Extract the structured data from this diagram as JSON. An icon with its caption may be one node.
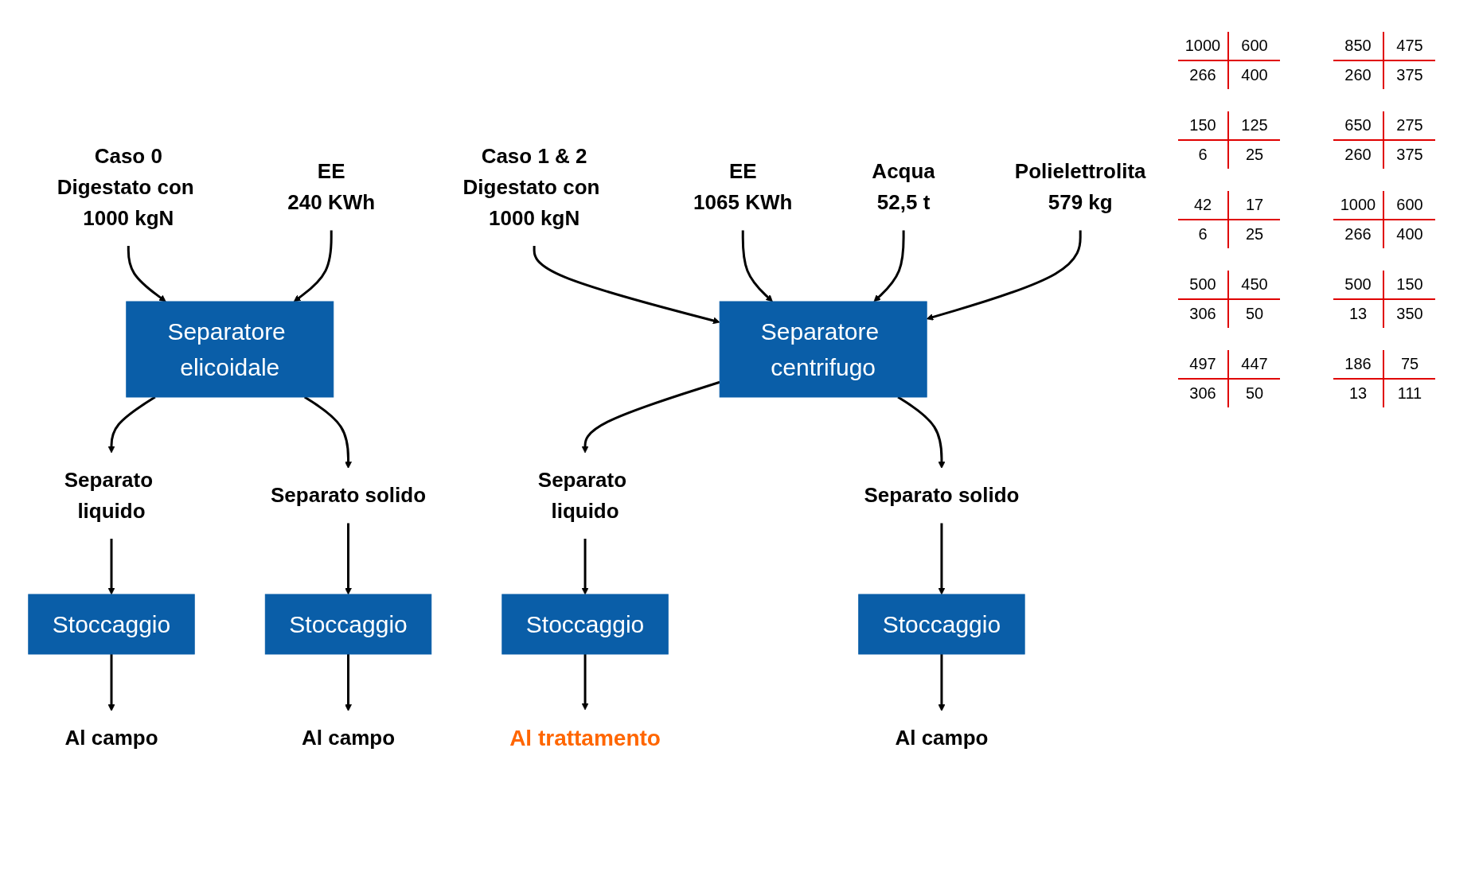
{
  "diagram": {
    "nodes": [
      {
        "text": [
          "Caso 0",
          "Digestato con 1000 kgN"
        ]
      },
      {
        "text": [
          "EE",
          "240 KWh"
        ]
      },
      {
        "text": [
          "Separatore elicoidale"
        ]
      },
      {
        "text": [
          "Separato liquido"
        ]
      },
      {
        "text": [
          "Separato solido"
        ]
      },
      {
        "text": [
          "Stoccaggio"
        ]
      },
      {
        "text": [
          "Stoccaggio"
        ]
      },
      {
        "text": [
          "Al campo"
        ]
      },
      {
        "text": [
          "Al campo"
        ]
      },
      {
        "text": [
          "Caso 1 & 2",
          "Digestato con 1000 kgN"
        ]
      },
      {
        "text": [
          "EE",
          "1065 KWh"
        ]
      },
      {
        "text": [
          "Acqua",
          "52,5 t"
        ]
      },
      {
        "text": [
          "Polielettrolita",
          "579 kg"
        ]
      },
      {
        "text": [
          "Separatore centrifugo"
        ]
      },
      {
        "text": [
          "Separato liquido"
        ]
      },
      {
        "text": [
          "Separato solido"
        ]
      },
      {
        "text": [
          "Stoccaggio"
        ]
      },
      {
        "text": [
          "Stoccaggio"
        ]
      },
      {
        "text": [
          "Al trattamento"
        ]
      },
      {
        "text": [
          "Al campo"
        ]
      }
    ],
    "edges": [
      {
        "from": 0,
        "to": 2,
        "arrow": "to"
      },
      {
        "from": 1,
        "to": 2,
        "arrow": "to"
      },
      {
        "from": 2,
        "to": 3,
        "arrow": "to"
      },
      {
        "from": 2,
        "to": 4,
        "arrow": "to"
      },
      {
        "from": 3,
        "to": 5,
        "arrow": "to"
      },
      {
        "from": 4,
        "to": 6,
        "arrow": "to"
      },
      {
        "from": 5,
        "to": 7,
        "arrow": "to"
      },
      {
        "from": 6,
        "to": 8,
        "arrow": "to"
      },
      {
        "from": 9,
        "to": 13,
        "arrow": "to"
      },
      {
        "from": 10,
        "to": 13,
        "arrow": "to"
      },
      {
        "from": 11,
        "to": 13,
        "arrow": "to"
      },
      {
        "from": 12,
        "to": 13,
        "arrow": "to"
      },
      {
        "from": 13,
        "to": 14,
        "arrow": "to"
      },
      {
        "from": 13,
        "to": 15,
        "arrow": "to"
      },
      {
        "from": 14,
        "to": 16,
        "arrow": "to"
      },
      {
        "from": 15,
        "to": 17,
        "arrow": "to"
      },
      {
        "from": 16,
        "to": 18,
        "arrow": "to"
      },
      {
        "from": 17,
        "to": 19,
        "arrow": "to"
      }
    ],
    "labels": [
      "1000",
      "600",
      "266",
      "400",
      "850",
      "475",
      "260",
      "375",
      "150",
      "125",
      "6",
      "25",
      "650",
      "275",
      "260",
      "375",
      "42",
      "17",
      "6",
      "25",
      "1000",
      "600",
      "266",
      "400",
      "500",
      "450",
      "306",
      "50",
      "500",
      "150",
      "13",
      "350",
      "497",
      "447",
      "306",
      "50",
      "186",
      "75",
      "13",
      "111"
    ]
  }
}
